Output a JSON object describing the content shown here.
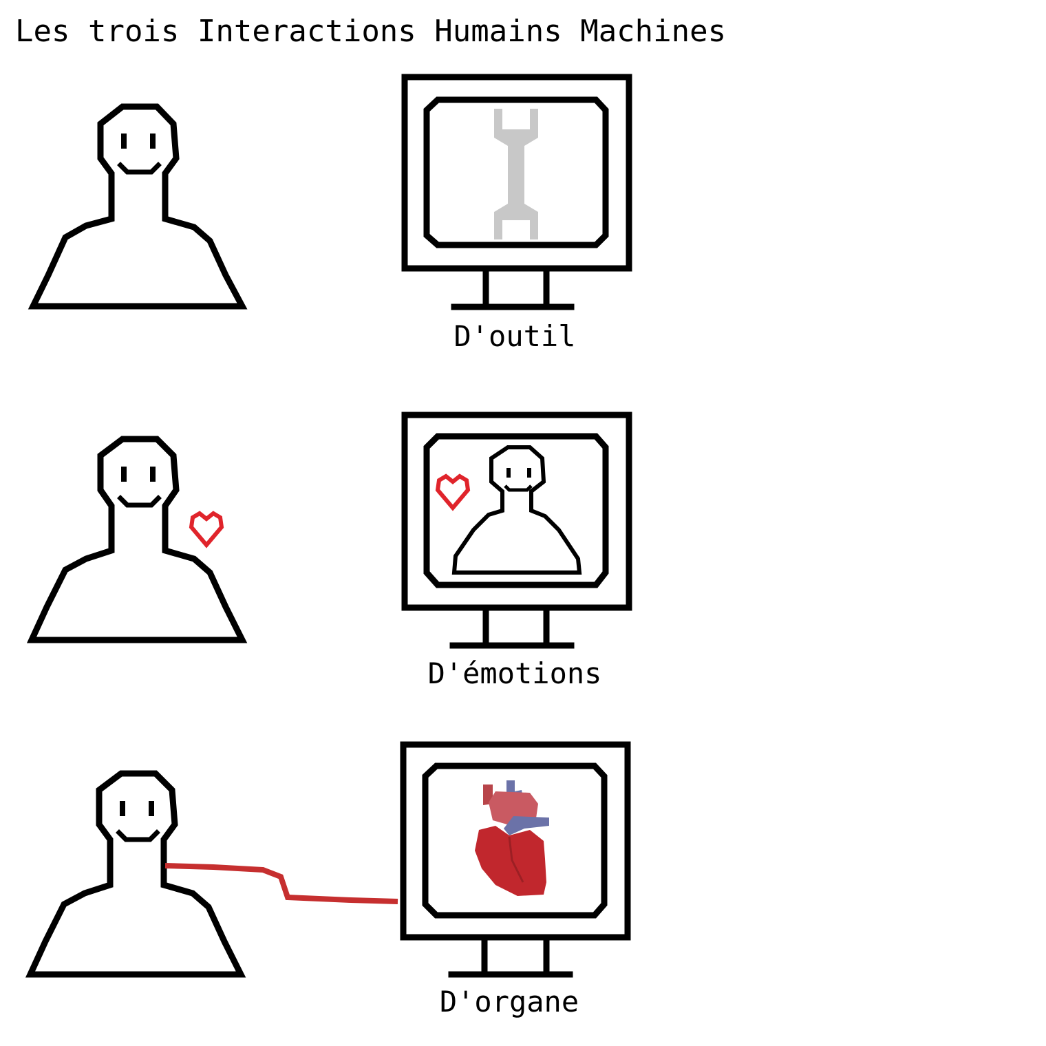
{
  "title": "Les trois Interactions Humains Machines",
  "colors": {
    "ink": "#000000",
    "heart": "#e0242b",
    "cable": "#c62f2f",
    "wrench": "#c8c8c8",
    "organ_red": "#c1272d",
    "organ_vessel": "#6b72a8"
  },
  "interactions": [
    {
      "label": "D'outil",
      "screen_icon": "wrench-icon"
    },
    {
      "label": "D'émotions",
      "screen_icon": "person-with-heart-icon"
    },
    {
      "label": "D'organe",
      "screen_icon": "heart-organ-icon"
    }
  ]
}
